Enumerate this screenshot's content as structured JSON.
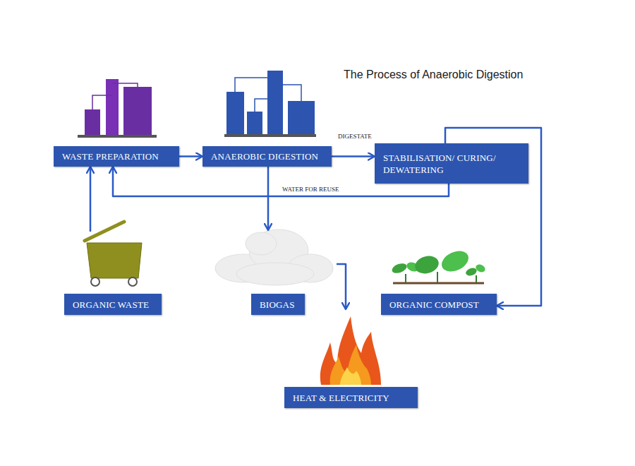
{
  "diagram": {
    "title": "The Process of Anaerobic Digestion",
    "nodes": [
      {
        "text": [
          "WASTE PREPARATION"
        ]
      },
      {
        "text": [
          "ANAEROBIC DIGESTION"
        ]
      },
      {
        "text": [
          "STABILISATION/ CURING/ DEWATERING"
        ]
      },
      {
        "text": [
          "ORGANIC WASTE"
        ]
      },
      {
        "text": [
          "BIOGAS"
        ]
      },
      {
        "text": [
          "ORGANIC COMPOST"
        ]
      },
      {
        "text": [
          "HEAT & ELECTRICITY"
        ]
      }
    ],
    "edges": [
      {
        "from": 0,
        "to": 1,
        "arrow": "to"
      },
      {
        "from": 1,
        "to": 2,
        "label": "DIGESTATE",
        "arrow": "to"
      },
      {
        "from": 2,
        "to": 0,
        "label": "WATER FOR REUSE",
        "arrow": "to"
      },
      {
        "from": 3,
        "to": 0,
        "arrow": "to"
      },
      {
        "from": 1,
        "to": 4,
        "arrow": "to"
      },
      {
        "from": 4,
        "to": 6,
        "arrow": "to"
      },
      {
        "from": 2,
        "to": 5,
        "arrow": "to"
      }
    ]
  }
}
